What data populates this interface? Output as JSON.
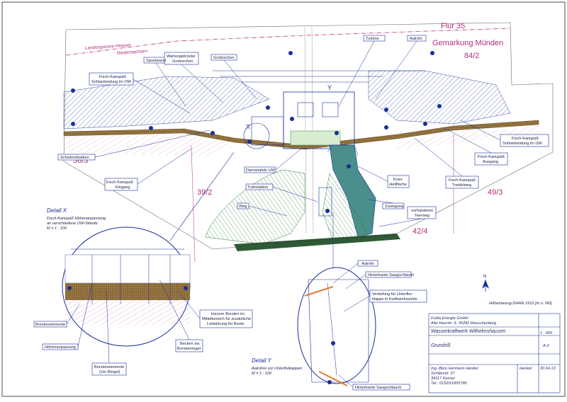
{
  "header": {
    "flur": "Flur 35",
    "gemarkung": "Gemarkung Münden",
    "border": [
      "Landesgrenze Hessen",
      "Niedersachsen"
    ]
  },
  "parcels": [
    "84/2",
    "38/3",
    "39/2",
    "49/3",
    "42/4"
  ],
  "labels": {
    "spundwand": "Spuntwand",
    "kanu_ow": [
      "Fisch-Kanupaß",
      "Sohlanbindung im OW"
    ],
    "wartung": [
      "Wartungsbrücke",
      "Grobrechen"
    ],
    "grobrechen": "Grobrechen",
    "turbine": "Turbine",
    "aalrohr_top": "Aalrohr",
    "schwimm": "Schwimmbalken",
    "kanu_eingang": [
      "Fisch-Kanupaß",
      "Eingang"
    ],
    "dammtafeln": "Dammtafeln UW",
    "trafo": "Trafostation",
    "weg": "Weg",
    "kran": [
      "Kran-",
      "stellfläche"
    ],
    "kanu_tread": [
      "Fisch-Kanupaß",
      "Treidelweg"
    ],
    "kanu_ausgang": [
      "Fisch-Kanupaß",
      "Ausgang"
    ],
    "kanu_uw": [
      "Fisch-Kanupaß",
      "Sohlanbindung im UW"
    ],
    "zuwegung": "Zuwegung",
    "teerweg": [
      "vorhandener",
      "Teerweg"
    ],
    "x_mark": "X",
    "y_mark": "Y"
  },
  "detail_x": {
    "title": "Detail X",
    "subtitle": [
      "Fisch-Kanupaß Höhenanpassung",
      "an verschiedene OW-Stände",
      "M = 1 : 100"
    ],
    "borsten": "Borstenelemente",
    "hoehen": "Höhenanpassung",
    "borsten2": [
      "Borstenelemente",
      "(2er-Riegel)"
    ],
    "becken": [
      "Becken zw.",
      "Borstenriegel"
    ],
    "kurz": [
      "kürzere Borsten im",
      "Mittelbereich für zusätzliche",
      "Leitwirkung für Boote"
    ]
  },
  "detail_y": {
    "title": "Detail Y",
    "subtitle": [
      "Aalrohre vor Unterfluklappen",
      "M = 1 : 100"
    ],
    "aalrohr": "Aalrohr",
    "hinterkante_top": "Hinterkante Saugschlauch",
    "vertiefung": [
      "Vertiefung für Unterflur-",
      "klappe in Kraftwerkssohle"
    ],
    "hinterkante_bottom": "Hinterkante Saugschlauch"
  },
  "hoehenbezug": "Höhenbezug DHHN 1912 [m ü. NN]",
  "north": "N",
  "title_block": {
    "client": [
      "Fulda Energie GmbH",
      "Alte Heerstr. 9, 35282 Rauschenberg"
    ],
    "project": "Wasserkraftwerk Wilhelmshausen",
    "drawing": "Grundriß",
    "office": [
      "Ing.-Büro Hermann Henkel",
      "Schillerstr. 27",
      "34117 Kassel",
      "Tel.: 01520/1855786"
    ],
    "scale_label": "1 : 400",
    "sheet": "A-2",
    "drawn_by": "Henkel",
    "date": "30.04.13"
  },
  "colors": {
    "line_blue": "#1a2d9a",
    "pink": "#b0307a",
    "brown": "#7a5a28",
    "teal": "#4a8f8c",
    "green": "#5aa060"
  }
}
